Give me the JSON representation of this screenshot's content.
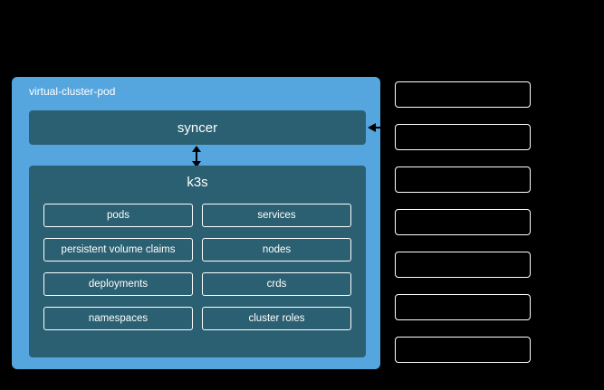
{
  "pod": {
    "label": "virtual-cluster-pod",
    "syncer_label": "syncer",
    "k3s_label": "k3s",
    "resources": [
      "pods",
      "services",
      "persistent volume claims",
      "nodes",
      "deployments",
      "crds",
      "namespaces",
      "cluster roles"
    ]
  },
  "external": {
    "box_count": 7
  },
  "icons": {
    "sync_arrow": "double-headed-vertical-arrow",
    "ingress_arrow": "left-pointing-arrow"
  },
  "colors": {
    "background": "#000000",
    "pod_blue": "#55A6DF",
    "inner_teal": "#2B6072",
    "text": "#FFFFFF",
    "arrow": "#000000",
    "external_border": "#FFFFFF"
  }
}
